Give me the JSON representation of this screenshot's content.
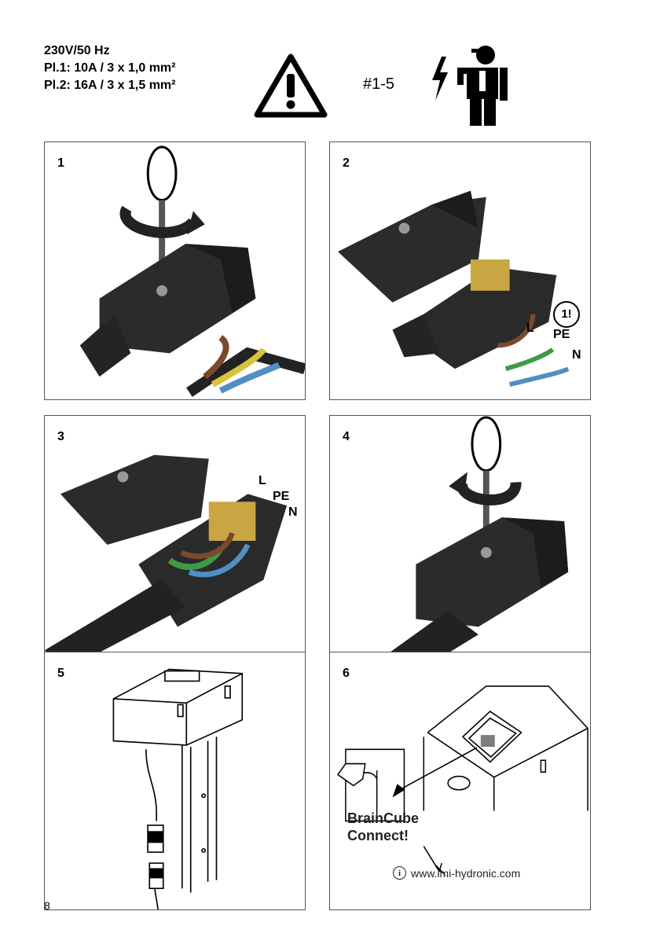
{
  "specs": [
    "230V/50 Hz",
    "Pl.1: 10A / 3 x 1,0 mm²",
    "Pl.2: 16A / 3 x 1,5 mm²"
  ],
  "reference": "#1-5",
  "icons": {
    "warning": "warning-triangle-icon",
    "electrician": "electrician-icon",
    "info": "info-icon"
  },
  "panels": [
    {
      "number": "1"
    },
    {
      "number": "2",
      "labels": {
        "L": "L",
        "PE": "PE",
        "N": "N",
        "note": "1!"
      }
    },
    {
      "number": "3",
      "labels": {
        "L": "L",
        "PE": "PE",
        "N": "N"
      }
    },
    {
      "number": "4"
    },
    {
      "number": "5"
    },
    {
      "number": "6",
      "brand": [
        "BrainCube",
        "Connect!"
      ],
      "url": "www.imi-hydronic.com"
    }
  ],
  "page_number": "8",
  "colors": {
    "brown_wire": "#7a4a2a",
    "blue_wire": "#4f8fc4",
    "earth_yellow": "#d8c23a",
    "earth_green": "#3e9a45"
  }
}
